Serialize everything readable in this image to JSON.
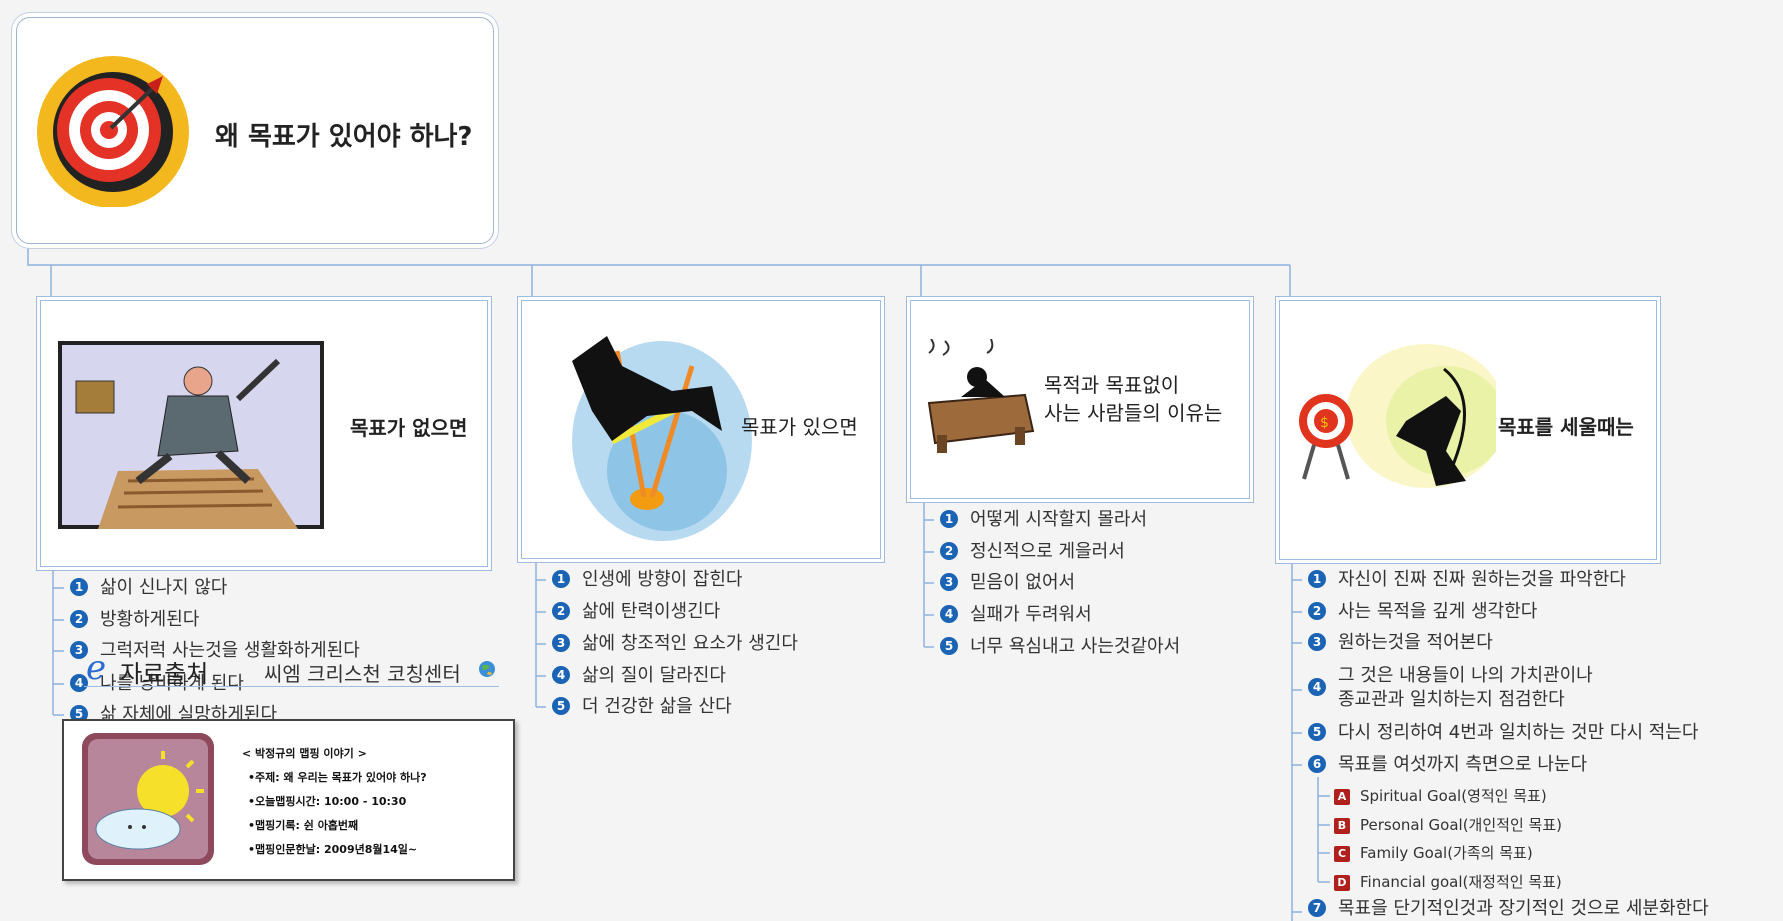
{
  "root": {
    "title": "왜 목표가 있어야 하나?",
    "icon": "dartboard-icon"
  },
  "nodes": [
    {
      "title": "목표가 없으면",
      "icon": "falling-businessman-icon",
      "items": [
        "삶이 신나지 않다",
        "방황하게된다",
        "그럭저럭 사는것을 생활화하게된다",
        "나를 낭비하게 된다",
        "삶 자체에 실망하게된다"
      ]
    },
    {
      "title": "목표가 있으면",
      "icon": "pole-vaulter-icon",
      "items": [
        "인생에 방향이 잡힌다",
        "삶에 탄력이생긴다",
        "삶에 창조적인 요소가 생긴다",
        "삶의 질이 달라진다",
        "더 건강한 삶을 산다"
      ]
    },
    {
      "title_lines": [
        "목적과 목표없이",
        "사는 사람들의 이유는"
      ],
      "icon": "person-at-desk-icon",
      "items": [
        "어떻게 시작할지 몰라서",
        "정신적으로 게을러서",
        "믿음이 없어서",
        "실패가 두려워서",
        "너무 욕심내고 사는것같아서"
      ]
    },
    {
      "title": "목표를 세울때는",
      "icon": "archer-target-icon",
      "items": [
        "자신이 진짜 진짜 원하는것을 파악한다",
        "사는 목적을 깊게 생각한다",
        "원하는것을 적어본다",
        "그 것은 내용들이 나의 가치관이나",
        "종교관과 일치하는지 점검한다",
        "다시 정리하여 4번과 일치하는 것만 다시 적는다",
        "목표를 여섯까지 측면으로 나눈다",
        "목표을 단기적인것과 장기적인 것으로 세분화한다"
      ],
      "subitems": [
        {
          "letter": "A",
          "label": "Spiritual Goal(영적인 목표)"
        },
        {
          "letter": "B",
          "label": "Personal Goal(개인적인 목표)"
        },
        {
          "letter": "C",
          "label": "Family Goal(가족의 목표)"
        },
        {
          "letter": "D",
          "label": "Financial goal(재정적인 목표)"
        }
      ]
    }
  ],
  "numbers": [
    "1",
    "2",
    "3",
    "4",
    "5",
    "6",
    "7"
  ],
  "source": {
    "label": "자료출처",
    "org": "씨엠 크리스천 코칭센터",
    "icons": [
      "ie-browser-icon",
      "globe-icon"
    ]
  },
  "card": {
    "icon": "sun-cloud-icon",
    "lines": [
      "< 박정규의 맵핑 이야기 >",
      "•주제: 왜 우리는 목표가 있어야 하나?",
      "•오늘맵핑시간: 10:00 - 10:30",
      "•맵핑기록: 쉰 아홉번째",
      "•맵핑인문한날: 2009년8월14일~"
    ]
  },
  "colors": {
    "connector": "#8fb2dd",
    "badge": "#1a63b5",
    "letter_badge": "#b0201c",
    "background": "#f4f4f4"
  }
}
